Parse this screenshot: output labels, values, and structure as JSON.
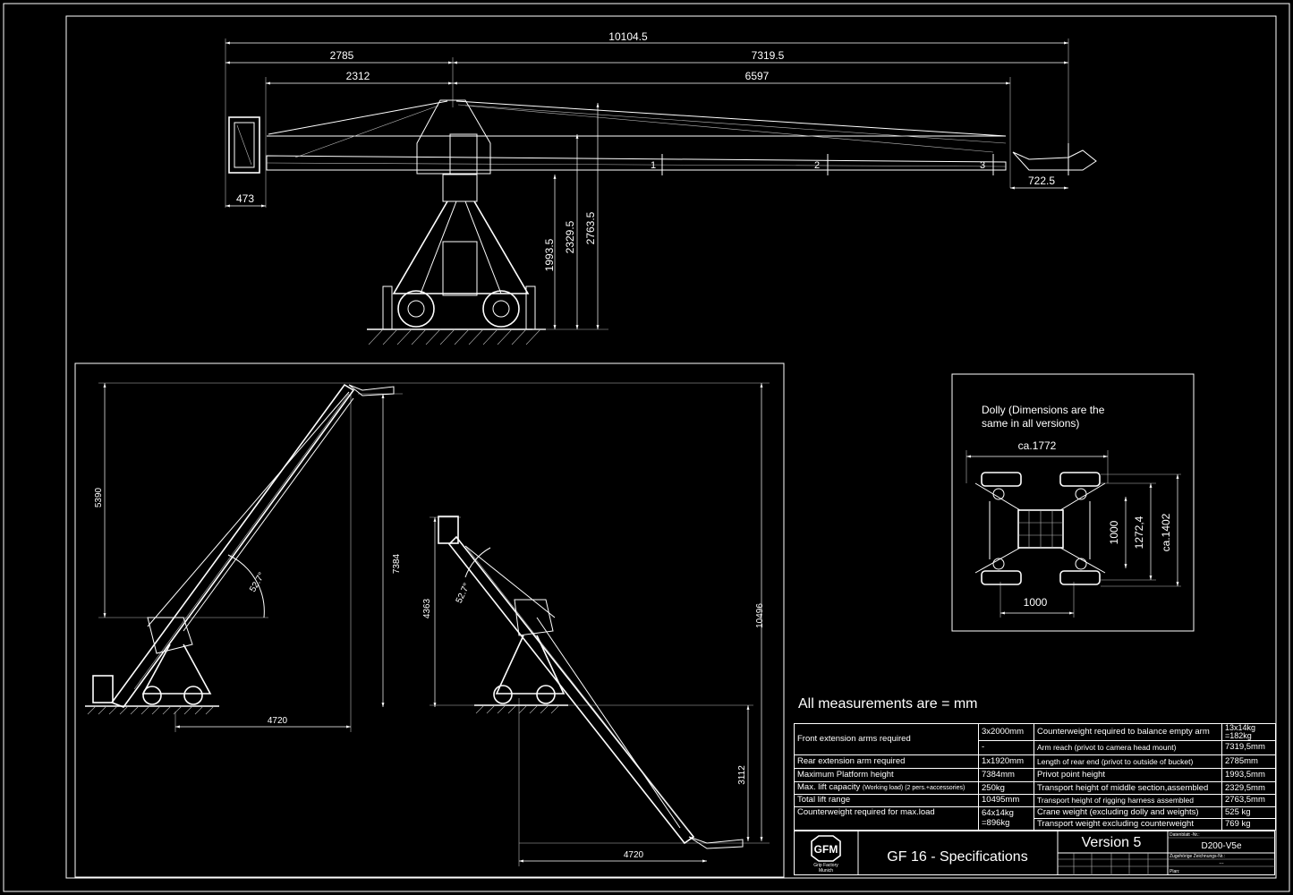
{
  "top_view": {
    "dim_total": "10104.5",
    "dim_rear": "2785",
    "dim_front": "7319.5",
    "dim_rear_inner": "2312",
    "dim_front_inner": "6597",
    "dim_bucket": "473",
    "dim_head": "722.5",
    "dim_pivot": "1993.5",
    "dim_transport": "2329.5",
    "dim_harness": "2763.5",
    "section_1": "1",
    "section_2": "2",
    "section_3": "3"
  },
  "left_view": {
    "dim_height": "5390",
    "dim_max": "7384",
    "angle": "52.7°",
    "dim_reach": "4720"
  },
  "mid_view": {
    "dim_height": "4363",
    "dim_total": "10496",
    "angle": "52.7°",
    "dim_low": "3112",
    "dim_reach": "4720"
  },
  "dolly": {
    "title_line1": "Dolly (Dimensions are the",
    "title_line2": "same in all versions)",
    "width": "ca.1772",
    "wheelbase": "1000",
    "track_inner": "1000",
    "track_mid": "1272,4",
    "track_outer": "ca.1402"
  },
  "note": "All measurements are = mm",
  "specs": {
    "left": [
      {
        "label": "Front extension arms required",
        "value": "3x2000mm",
        "value2": "-"
      },
      {
        "label": "Rear extension arm required",
        "value": "1x1920mm"
      },
      {
        "label": "Maximum Platform height",
        "value": "7384mm"
      },
      {
        "label": "Max. lift capacity",
        "sub": "(Working load)   (2 pers.+accessories)",
        "value": "250kg"
      },
      {
        "label": "Total lift range",
        "value": "10495mm"
      },
      {
        "label": "Counterweight required for max.load",
        "value": "64x14kg",
        "value2": "=896kg"
      }
    ],
    "right": [
      {
        "label": "Counterweight required to balance empty arm",
        "value": "13x14kg",
        "value2": "=182kg"
      },
      {
        "label": "Arm reach (privot to camera head mount)",
        "value": "7319,5mm"
      },
      {
        "label": "Length of rear end (privot to outside of bucket)",
        "value": "2785mm"
      },
      {
        "label": "Privot point height",
        "value": "1993,5mm"
      },
      {
        "label": "Transport height of middle section,assembled",
        "value": "2329,5mm"
      },
      {
        "label": "Transport height of rigging harness assembled",
        "value": "2763,5mm"
      },
      {
        "label": "Crane weight (excluding dolly and weights)",
        "value": "525 kg"
      },
      {
        "label": "Transport weight excluding counterweight",
        "value": "769 kg"
      }
    ]
  },
  "title_block": {
    "logo": "GFM",
    "logo_sub1": "Grip Factory",
    "logo_sub2": "Munich",
    "title": "GF 16 - Specifications",
    "version": "Version 5",
    "drawing_no_label": "Datenblatt -Nr.:",
    "drawing_no": "D200-V5e",
    "ref_label": "Zugehörige Zeichnungs-Nr.:",
    "ref_value": "---",
    "plan_label": "Plan:"
  }
}
